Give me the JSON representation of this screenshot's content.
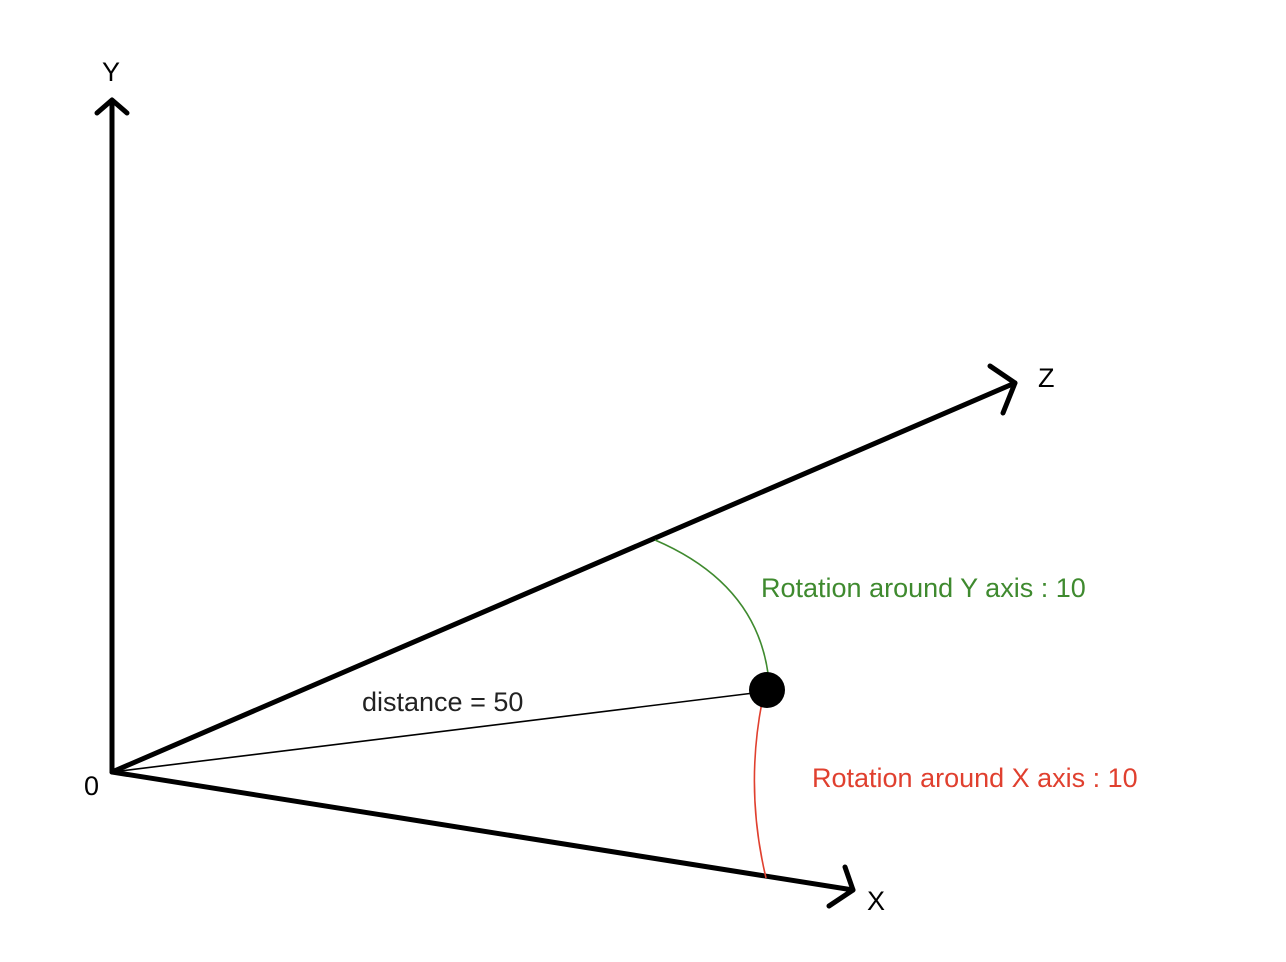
{
  "axes": {
    "x_label": "X",
    "y_label": "Y",
    "z_label": "Z",
    "origin_label": "0"
  },
  "distance_label": "distance = 50",
  "rotation_y_label": "Rotation around Y axis : 10",
  "rotation_x_label": "Rotation around X axis : 10",
  "colors": {
    "axis": "#000000",
    "rotation_y": "#3f8a2f",
    "rotation_x": "#e0402f"
  }
}
